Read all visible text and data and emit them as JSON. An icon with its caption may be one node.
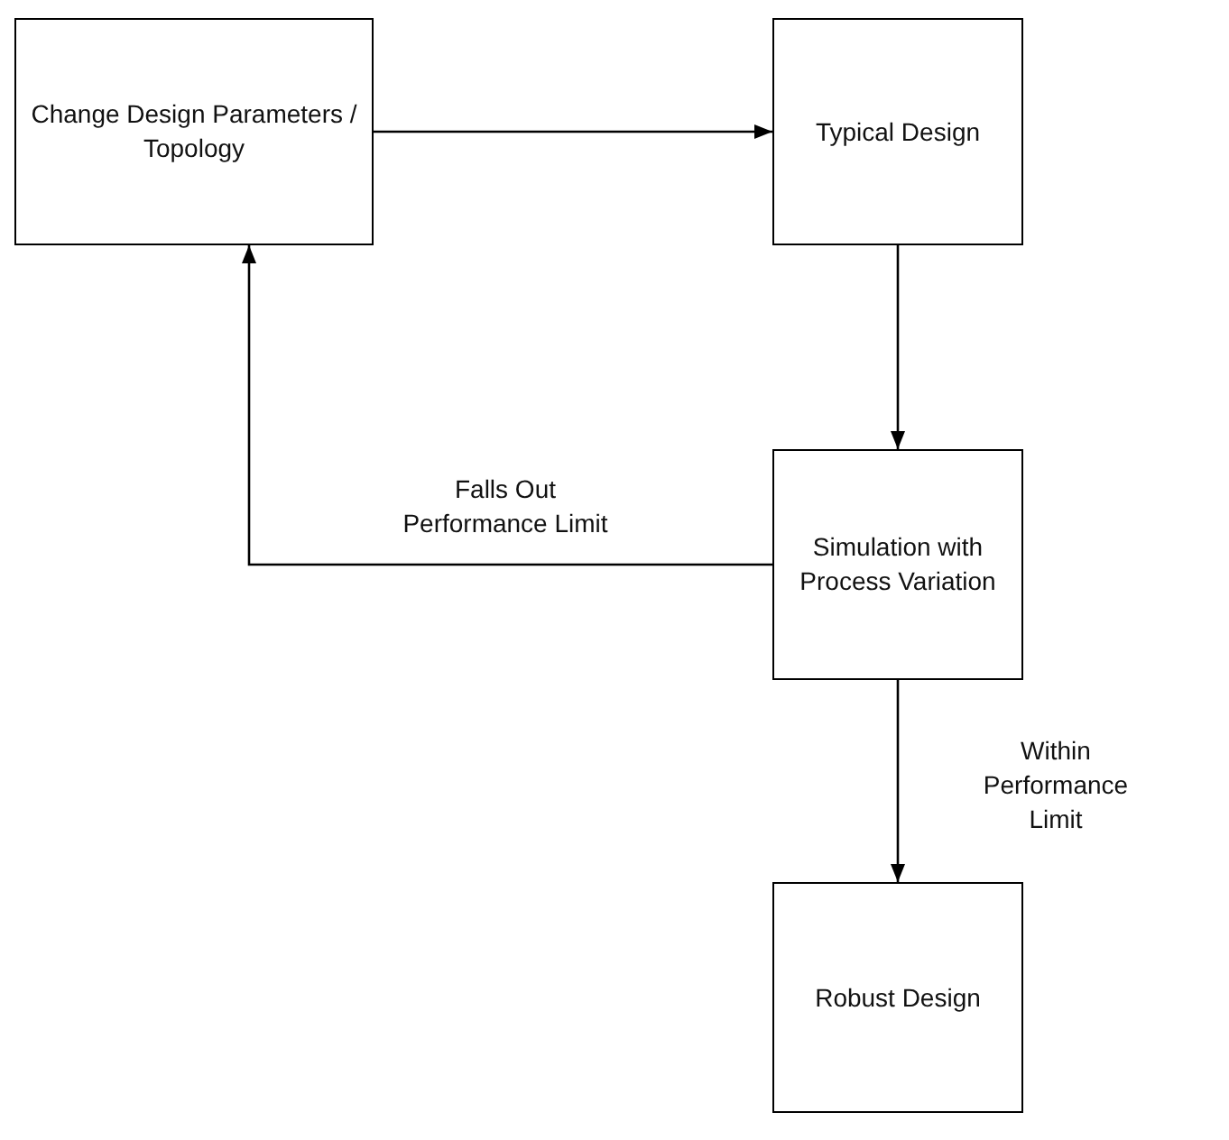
{
  "diagram": {
    "nodes": [
      {
        "text": [
          "Change Design Parameters / Topology"
        ]
      },
      {
        "text": [
          "Typical Design"
        ]
      },
      {
        "text": [
          "Simulation with Process Variation"
        ]
      },
      {
        "text": [
          "Robust Design"
        ]
      }
    ],
    "edges": [
      {
        "from": 0,
        "to": 1,
        "arrow": "to"
      },
      {
        "from": 1,
        "to": 2,
        "arrow": "to"
      },
      {
        "from": 2,
        "to": 0,
        "arrow": "to",
        "label": "Falls Out Performance Limit"
      },
      {
        "from": 2,
        "to": 3,
        "arrow": "to",
        "label": "Within Performance Limit"
      }
    ]
  }
}
